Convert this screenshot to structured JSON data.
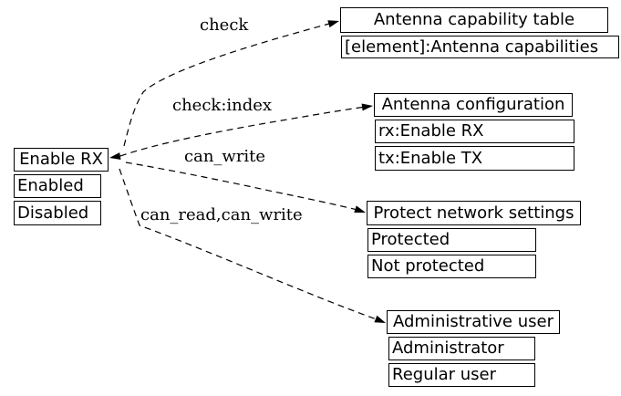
{
  "diagram": {
    "colors": {
      "background": "#ffffff",
      "stroke": "#000000",
      "text": "#000000"
    },
    "source": {
      "title": "Enable RX",
      "rows": [
        "Enabled",
        "Disabled"
      ]
    },
    "nodes": [
      {
        "title": "Antenna capability table",
        "rows": [
          "[element]:Antenna capabilities"
        ]
      },
      {
        "title": "Antenna configuration",
        "rows": [
          "rx:Enable RX",
          "tx:Enable TX"
        ]
      },
      {
        "title": "Protect network settings",
        "rows": [
          "Protected",
          "Not protected"
        ]
      },
      {
        "title": "Administrative user",
        "rows": [
          "Administrator",
          "Regular user"
        ]
      }
    ],
    "edges": [
      {
        "from": "Enable RX",
        "to": "Antenna capability table",
        "label": "check"
      },
      {
        "from": "Enable RX",
        "to": "Antenna configuration",
        "label": "check:index"
      },
      {
        "from": "Enable RX",
        "to": "Protect network settings",
        "label": "can_write"
      },
      {
        "from": "Enable RX",
        "to": "Administrative user",
        "label": "can_read,can_write"
      }
    ]
  }
}
